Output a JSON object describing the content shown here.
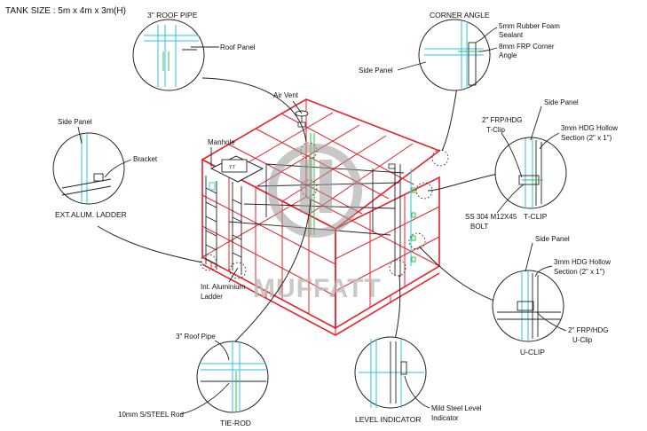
{
  "tank_size": "TANK SIZE : 5m x 4m x 3m(H)",
  "watermark": "MUFFATT",
  "details": {
    "roof_pipe": {
      "title": "3\" ROOF PIPE",
      "callout": "Roof Panel"
    },
    "corner_angle": {
      "title": "CORNER ANGLE",
      "callout_1": "Side Panel",
      "callout_2a": "5mm Rubber Foam",
      "callout_2b": "Sealant",
      "callout_3a": "8mm FRP Corner",
      "callout_3b": "Angle"
    },
    "t_clip": {
      "title": "T-CLIP",
      "callout_1": "Side Panel",
      "callout_2a": "2\" FRP/HDG",
      "callout_2b": "T-Clip",
      "callout_3a": "3mm HDG Hollow",
      "callout_3b": "Section (2\" x 1\")",
      "callout_4a": "SS 304 M12X45",
      "callout_4b": "BOLT"
    },
    "ladder": {
      "title": "EXT.ALUM. LADDER",
      "callout_1": "Side Panel",
      "callout_2": "Bracket"
    },
    "u_clip": {
      "title": "U-CLIP",
      "callout_1": "Side Panel",
      "callout_2a": "3mm HDG Hollow",
      "callout_2b": "Section (2\" x 1\")",
      "callout_3a": "2\" FRP/HDG",
      "callout_3b": "U-Clip"
    },
    "tie_rod": {
      "title": "TIE-ROD",
      "callout_1": "3\" Roof Pipe",
      "callout_2": "10mm S/STEEL Rod"
    },
    "level_indicator": {
      "title": "LEVEL INDICATOR",
      "callout_a": "Mild Steel Level",
      "callout_b": "Indicator"
    }
  },
  "tank_labels": {
    "air_vent": "Air Vent",
    "manhole": "Manhole",
    "manhole_tag": "Y.T",
    "int_ladder_a": "Int. Aluminium",
    "int_ladder_b": "Ladder"
  },
  "colors": {
    "panel": "#e8202a",
    "pipe": "#27c4e6",
    "rod": "#2ec24a",
    "line": "#222222"
  }
}
